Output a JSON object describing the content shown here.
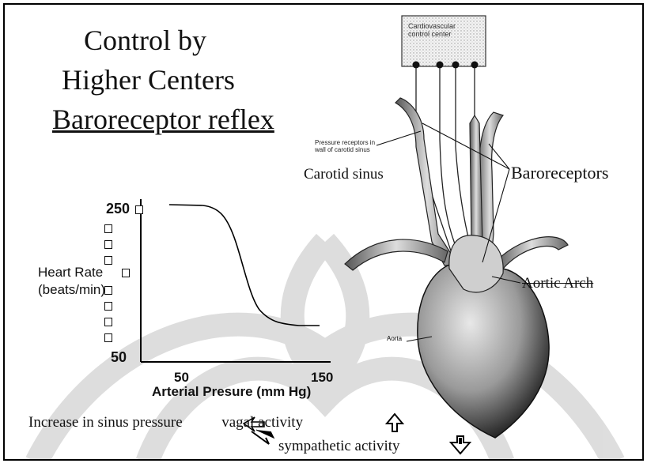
{
  "title": {
    "line1": "Control by",
    "line2": "Higher Centers",
    "line3": "Baroreceptor reflex"
  },
  "graph": {
    "y_axis_label_line1": "Heart Rate",
    "y_axis_label_line2": "(beats/min)",
    "y_tick_top": "250",
    "y_tick_bottom": "50",
    "x_tick_left": "50",
    "x_tick_right": "150",
    "x_axis_label": "Arterial Presure (mm Hg)"
  },
  "anatomy": {
    "center_label": "Cardiovascular control center",
    "pressure_receptor_label": "Pressure receptors in wall of carotid sinus",
    "carotid_sinus_label": "Carotid sinus",
    "baroreceptors_label": "Baroreceptors",
    "aortic_arch_label": "Aortic Arch",
    "aorta_label": "Aorta"
  },
  "caption": {
    "line1_text": "Increase in sinus pressure",
    "vagal_text": "vagal activity",
    "sympathetic_text": "sympathetic activity"
  },
  "icons": {
    "up": "arrow-up-icon",
    "down": "arrow-down-icon",
    "leads": "double-arrow-icon"
  }
}
